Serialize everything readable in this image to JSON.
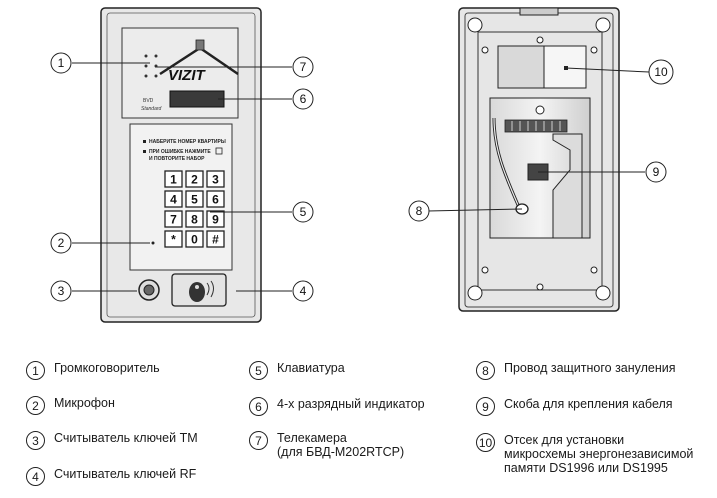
{
  "device": {
    "brand": "VIZIT",
    "model_label": "Standard",
    "instruction_line1": "НАБЕРИТЕ НОМЕР КВАРТИРЫ",
    "instruction_line2": "ПРИ ОШИБКЕ НАЖМИТЕ",
    "instruction_line3": "И ПОВТОРИТЕ НАБОР",
    "keys": [
      "1",
      "2",
      "3",
      "4",
      "5",
      "6",
      "7",
      "8",
      "9",
      "*",
      "0",
      "#"
    ]
  },
  "callouts": [
    "1",
    "2",
    "3",
    "4",
    "5",
    "6",
    "7",
    "8",
    "9",
    "10"
  ],
  "legend": [
    {
      "num": "1",
      "text": "Громкоговоритель"
    },
    {
      "num": "2",
      "text": "Микрофон"
    },
    {
      "num": "3",
      "text": "Считыватель ключей ТМ"
    },
    {
      "num": "4",
      "text": "Считыватель ключей RF"
    },
    {
      "num": "5",
      "text": "Клавиатура"
    },
    {
      "num": "6",
      "text": "4-х разрядный индикатор"
    },
    {
      "num": "7",
      "text": "Телекамера\n(для БВД-M202RTCP)"
    },
    {
      "num": "8",
      "text": "Провод защитного зануления"
    },
    {
      "num": "9",
      "text": "Скоба для крепления кабеля"
    },
    {
      "num": "10",
      "text": "Отсек для установки\nмикросхемы энергонезависимой\nпамяти DS1996 или DS1995"
    }
  ]
}
